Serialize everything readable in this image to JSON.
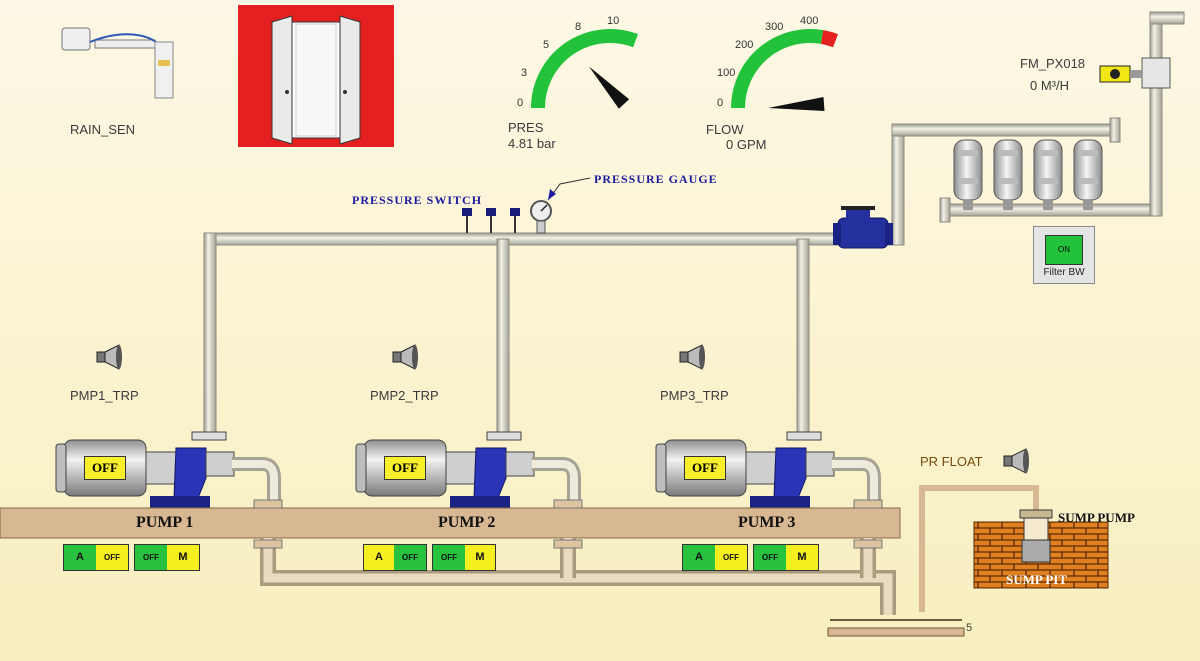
{
  "sensors": {
    "rain_label": "RAIN_SEN"
  },
  "gauges": {
    "pressure": {
      "name": "PRES",
      "value_text": "4.81 bar",
      "ticks": [
        "0",
        "3",
        "5",
        "8",
        "10"
      ],
      "value": 4.81,
      "max": 10
    },
    "flow": {
      "name": "FLOW",
      "value_text": "0 GPM",
      "ticks": [
        "0",
        "100",
        "200",
        "300",
        "400"
      ],
      "value": 0,
      "max": 400
    }
  },
  "flowmeter": {
    "name": "FM_PX018",
    "value_text": "0 M³/H"
  },
  "labels": {
    "pressure_switch": "PRESSURE SWITCH",
    "pressure_gauge": "PRESSURE GAUGE",
    "filter_bw": "Filter BW",
    "filter_state": "ON",
    "pr_float": "PR FLOAT",
    "sump_pump": "SUMP PUMP",
    "sump_pit": "SUMP PIT",
    "tank_level": "5"
  },
  "pumps": [
    {
      "name": "PUMP 1",
      "trip_label": "PMP1_TRP",
      "state": "OFF",
      "buttons": {
        "auto": "A",
        "auto_state": "OFF",
        "man_state": "OFF",
        "manual": "M"
      }
    },
    {
      "name": "PUMP 2",
      "trip_label": "PMP2_TRP",
      "state": "OFF",
      "buttons": {
        "auto": "A",
        "auto_state": "OFF",
        "man_state": "OFF",
        "manual": "M"
      }
    },
    {
      "name": "PUMP 3",
      "trip_label": "PMP3_TRP",
      "state": "OFF",
      "buttons": {
        "auto": "A",
        "auto_state": "OFF",
        "man_state": "OFF",
        "manual": "M"
      }
    }
  ],
  "colors": {
    "gauge_green": "#22c23a",
    "pump_blue": "#2a34b8",
    "door_red": "#e52020",
    "pipe": "#eae6d6"
  }
}
